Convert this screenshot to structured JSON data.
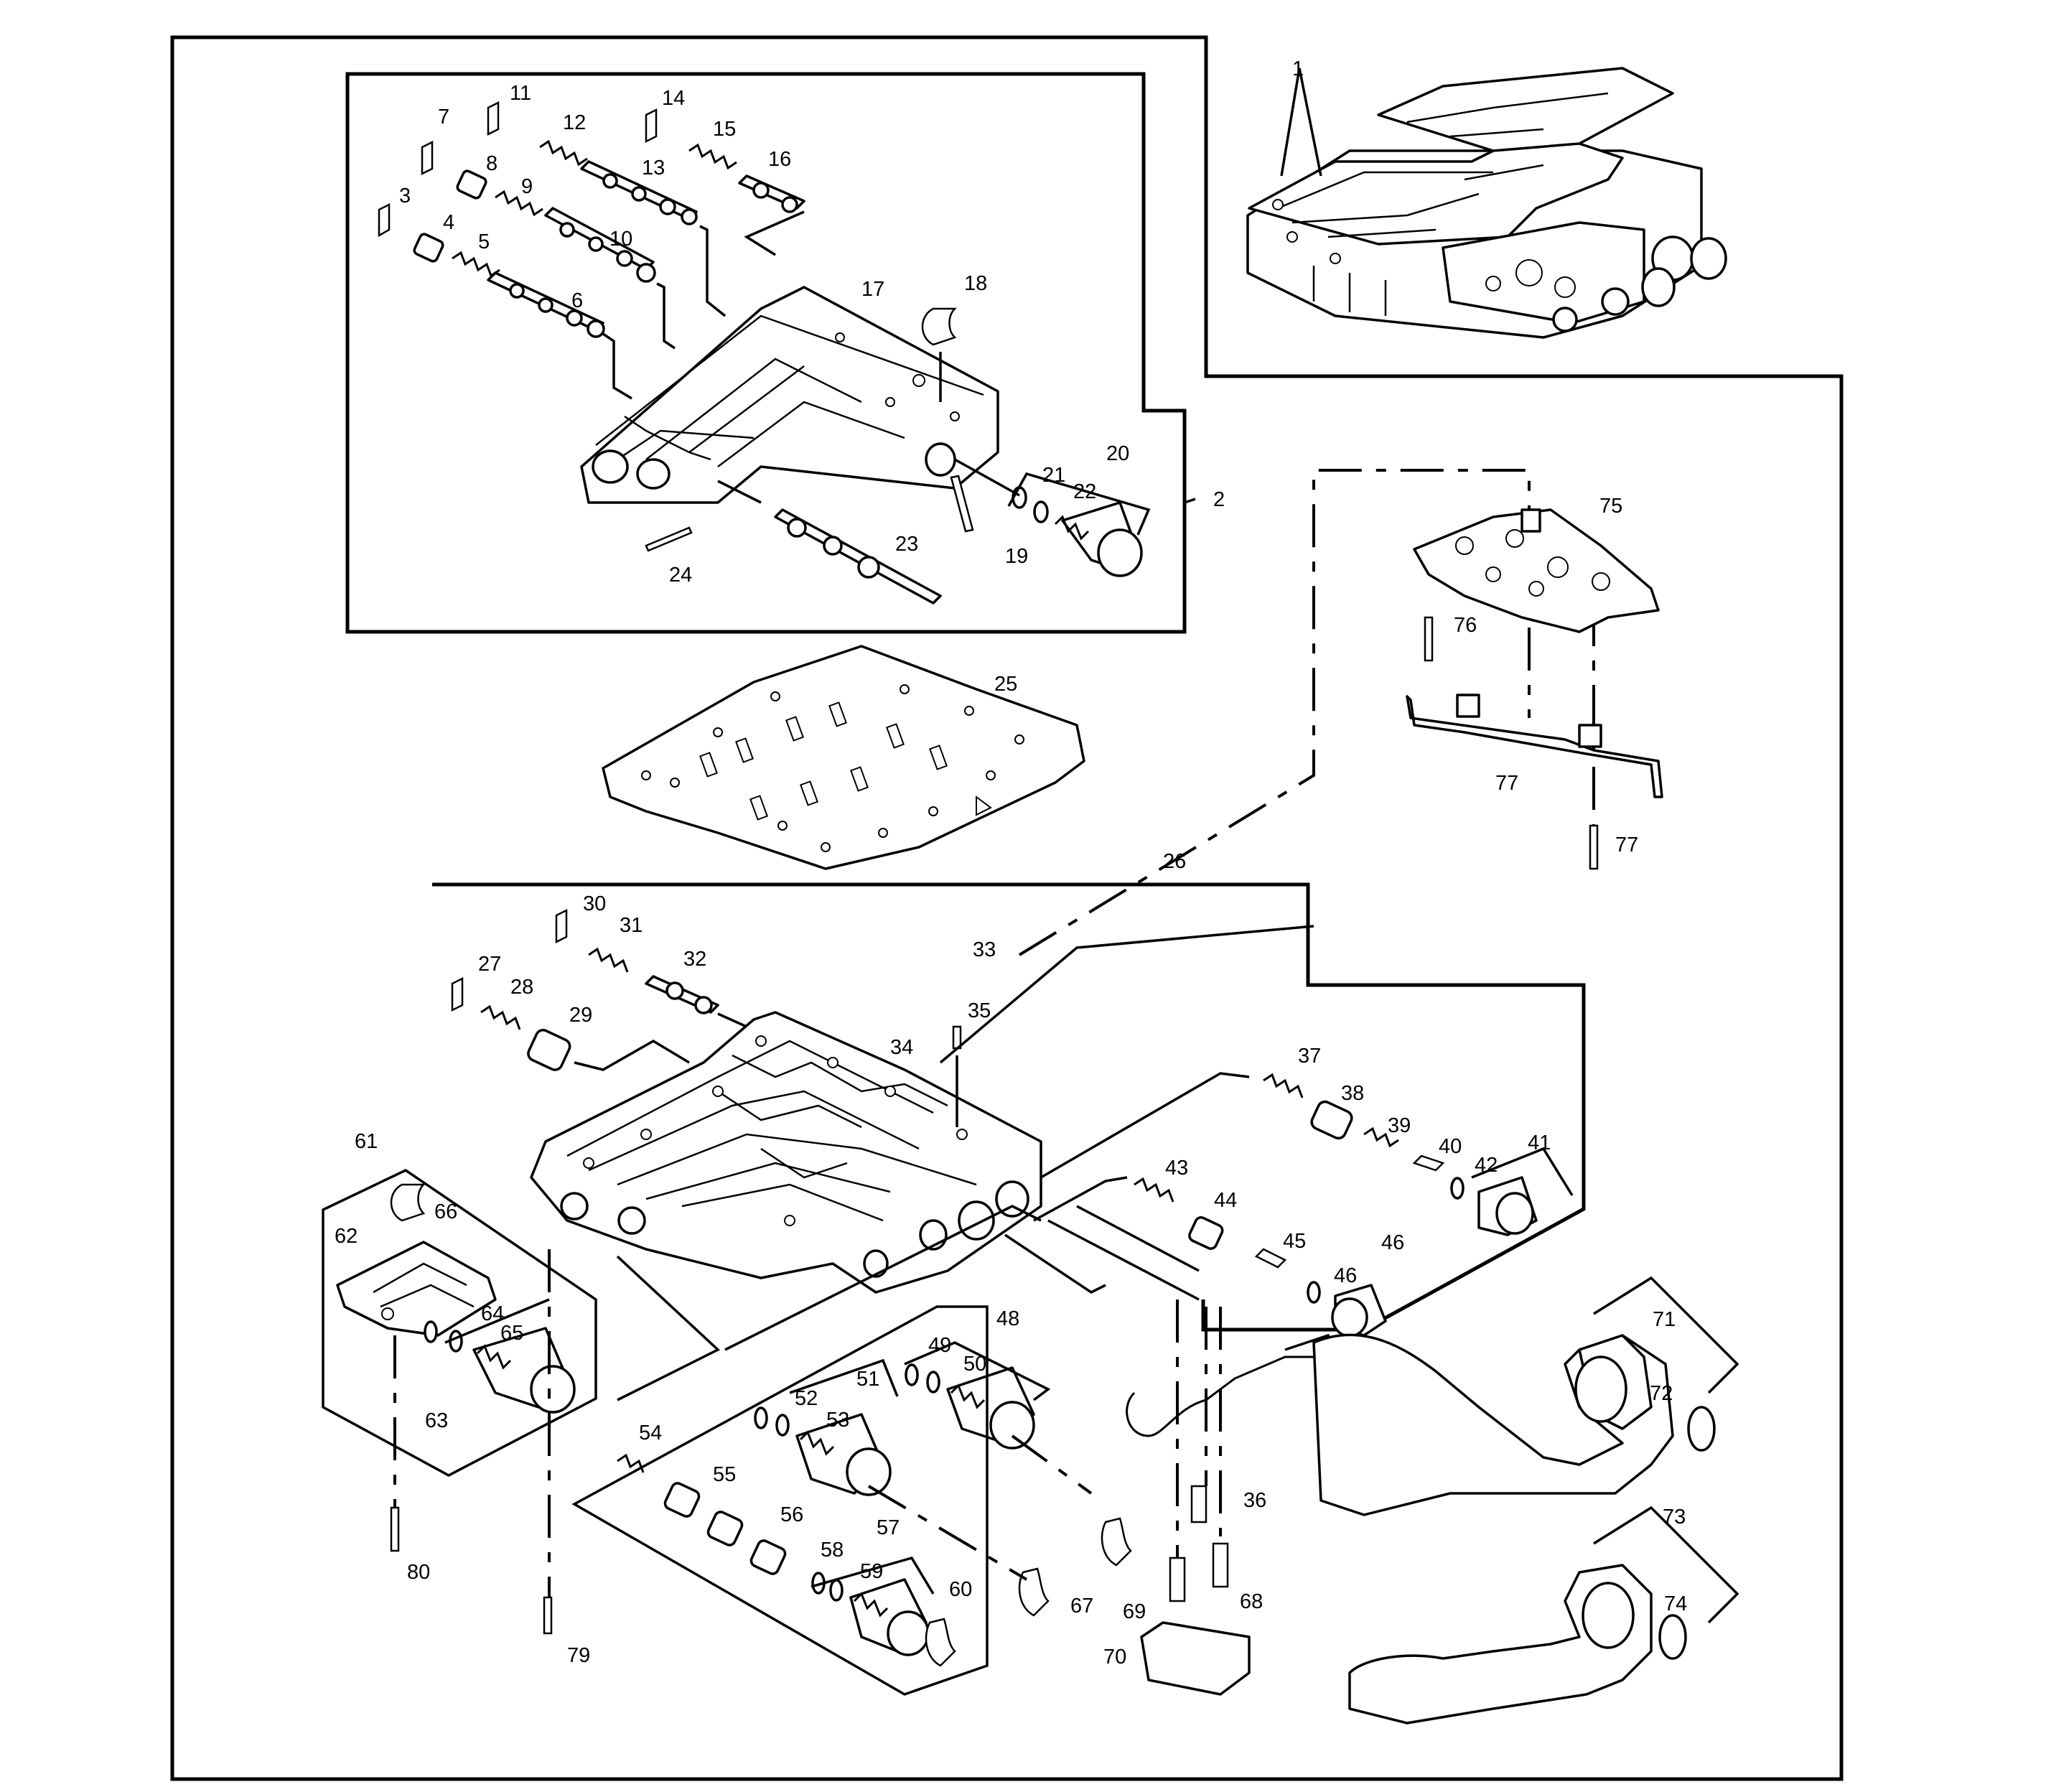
{
  "callouts": [
    "1",
    "2",
    "3",
    "4",
    "5",
    "6",
    "7",
    "8",
    "9",
    "10",
    "11",
    "12",
    "13",
    "14",
    "15",
    "16",
    "17",
    "18",
    "19",
    "20",
    "21",
    "22",
    "23",
    "24",
    "25",
    "26",
    "27",
    "28",
    "29",
    "30",
    "31",
    "32",
    "33",
    "34",
    "35",
    "36",
    "37",
    "38",
    "39",
    "40",
    "41",
    "42",
    "43",
    "44",
    "45",
    "46",
    "46",
    "48",
    "49",
    "50",
    "51",
    "52",
    "53",
    "54",
    "55",
    "56",
    "57",
    "58",
    "59",
    "60",
    "61",
    "62",
    "63",
    "64",
    "65",
    "66",
    "67",
    "68",
    "68",
    "69",
    "70",
    "71",
    "72",
    "73",
    "74",
    "75",
    "76",
    "77",
    "77",
    "79",
    "80"
  ]
}
